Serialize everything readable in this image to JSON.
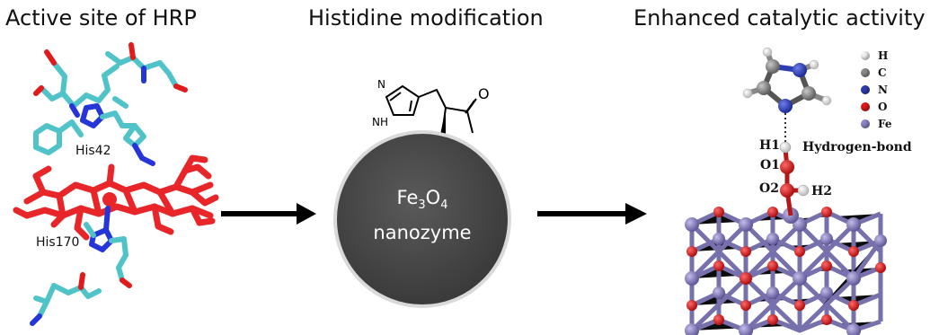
{
  "titles": {
    "left": "Active site of HRP",
    "middle": "Histidine modification",
    "right": "Enhanced catalytic activity"
  },
  "residues": {
    "his42": "His42",
    "his170": "His170"
  },
  "nanozyme": {
    "formula_fe": "Fe",
    "formula_fe_sub": "3",
    "formula_o": "O",
    "formula_o_sub": "4",
    "name": "nanozyme"
  },
  "atoms": {
    "h1": "H1",
    "o1": "O1",
    "o2": "O2",
    "h2": "H2",
    "hbond": "Hydrogen-bond"
  },
  "legend": [
    {
      "label": "H",
      "color": "#f2f2f2"
    },
    {
      "label": "C",
      "color": "#8a8a8a"
    },
    {
      "label": "N",
      "color": "#2d3fb0"
    },
    {
      "label": "O",
      "color": "#e01b1b"
    },
    {
      "label": "Fe",
      "color": "#8c86c8"
    }
  ],
  "colors": {
    "protein_carbon": "#4fc3c8",
    "heme": "#e8262a",
    "nitrogen": "#2535d8",
    "oxygen": "#e01b1b",
    "nanoparticle": "#4a4a4a",
    "lattice_fe": "#8077b8",
    "lattice_o": "#d01a1a"
  }
}
